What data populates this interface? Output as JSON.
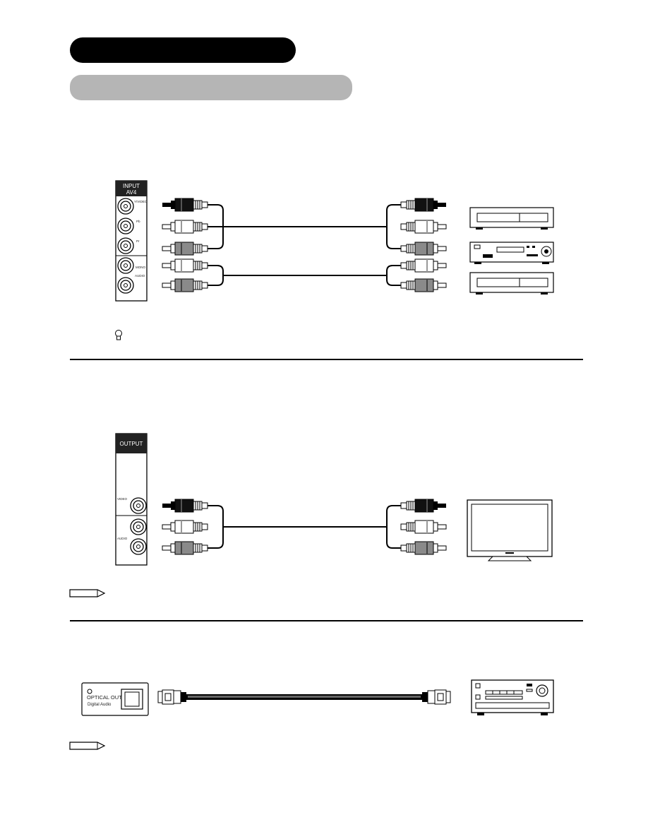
{
  "section1": {
    "panel_title_line1": "INPUT",
    "panel_title_line2": "AV4",
    "jack_labels": [
      "Y/VIDEO",
      "Pb",
      "Pr",
      "MONO",
      "AUDIO"
    ]
  },
  "section2": {
    "panel_title": "OUTPUT",
    "jack_labels": [
      "VIDEO",
      "AUDIO"
    ]
  },
  "section3": {
    "optical_label": "OPTICAL OUT",
    "optical_sublabel": "Digital Audio"
  }
}
